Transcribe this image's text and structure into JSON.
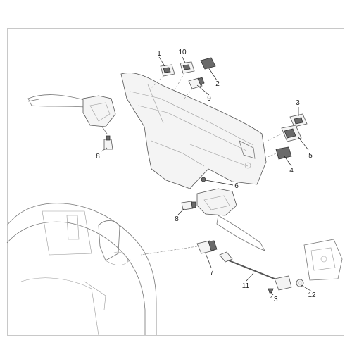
{
  "diagram": {
    "callouts": [
      {
        "id": "c1",
        "label": "1"
      },
      {
        "id": "c10",
        "label": "10"
      },
      {
        "id": "c2",
        "label": "2"
      },
      {
        "id": "c9",
        "label": "9"
      },
      {
        "id": "c3",
        "label": "3"
      },
      {
        "id": "c5",
        "label": "5"
      },
      {
        "id": "c4",
        "label": "4"
      },
      {
        "id": "c6",
        "label": "6"
      },
      {
        "id": "c8a",
        "label": "8"
      },
      {
        "id": "c8b",
        "label": "8"
      },
      {
        "id": "c7",
        "label": "7"
      },
      {
        "id": "c11",
        "label": "11"
      },
      {
        "id": "c12",
        "label": "12"
      },
      {
        "id": "c13",
        "label": "13"
      }
    ]
  }
}
